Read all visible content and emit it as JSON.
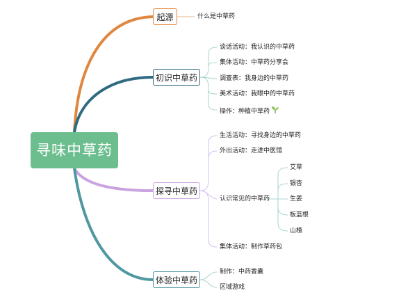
{
  "root": {
    "label": "寻味中草药"
  },
  "branches": {
    "origin": {
      "label": "起源",
      "color": "#e0873f",
      "items": [
        "什么是中草药"
      ]
    },
    "know": {
      "label": "初识中草药",
      "color": "#2f6b80",
      "items": [
        "谈话活动：我认识的中草药",
        "集体活动：中草药分享会",
        "调查表：我身边的中草药",
        "美术活动：我眼中的中草药",
        "操作：种植中草药"
      ],
      "icon": "herb-sprout-icon"
    },
    "explore": {
      "label": "探寻中草药",
      "color": "#c9a3e0",
      "items": [
        "生活活动：寻找身边的中草药",
        "外出活动：走进中医馆",
        "认识常见的中草药",
        "集体活动：制作草药包"
      ],
      "herbs": [
        "艾草",
        "银杏",
        "生姜",
        "板蓝根",
        "山楂"
      ]
    },
    "exp": {
      "label": "体验中草药",
      "color": "#4f98a0",
      "items": [
        "制作：中药香囊",
        "区域游戏"
      ]
    }
  },
  "colors": {
    "root_bg": "#6cbe8f",
    "sub_line": "#a8d4d0",
    "explore_sub_line": "#d6bff0"
  }
}
